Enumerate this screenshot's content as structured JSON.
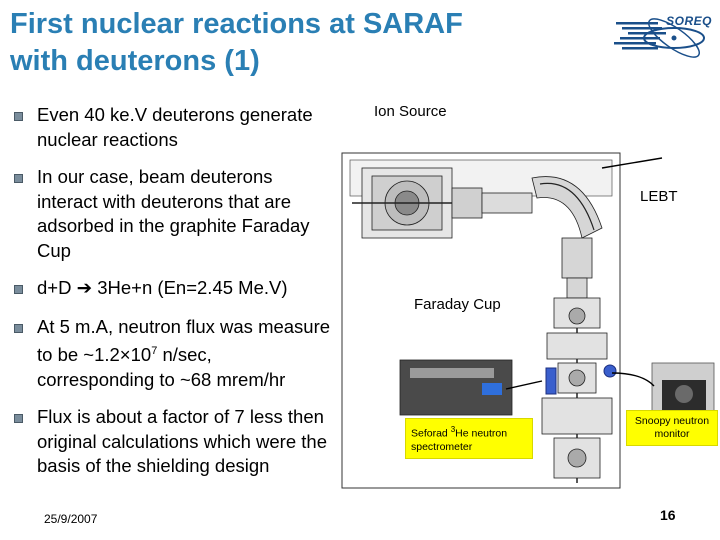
{
  "slide": {
    "title_line1": "First nuclear reactions at SARAF",
    "title_line2": "with deuterons (1)",
    "logo_text": "SOREQ",
    "bullets": [
      {
        "text": "Even 40 ke.V deuterons generate nuclear reactions"
      },
      {
        "text": "In our case, beam deuterons interact with deuterons that are adsorbed in the graphite Faraday Cup"
      },
      {
        "pre": "d+D ",
        "arrow": "➔",
        "post": " 3He+n (En=2.45 Me.V)"
      },
      {
        "pre": "At 5 m.A, neutron flux was measure to be ~1.2×10",
        "sup": "7",
        "post": " n/sec, corresponding to ~68 mrem/hr"
      },
      {
        "text": "Flux is about a factor of 7 less then original calculations which were the basis of the shielding design"
      }
    ],
    "date": "25/9/2007",
    "page_number": "16"
  },
  "diagram": {
    "ion_source_label": "Ion Source",
    "lebt_label": "LEBT",
    "faraday_cup_label": "Faraday Cup",
    "seforad_pre": "Seforad ",
    "seforad_sup": "3",
    "seforad_post": "He neutron spectrometer",
    "snoopy_label": "Snoopy neutron monitor"
  },
  "colors": {
    "title": "#2a7fb4",
    "label_highlight": "#ffff00",
    "bullet": "#7a8d9c",
    "marker_blue": "#3a5fcd"
  }
}
